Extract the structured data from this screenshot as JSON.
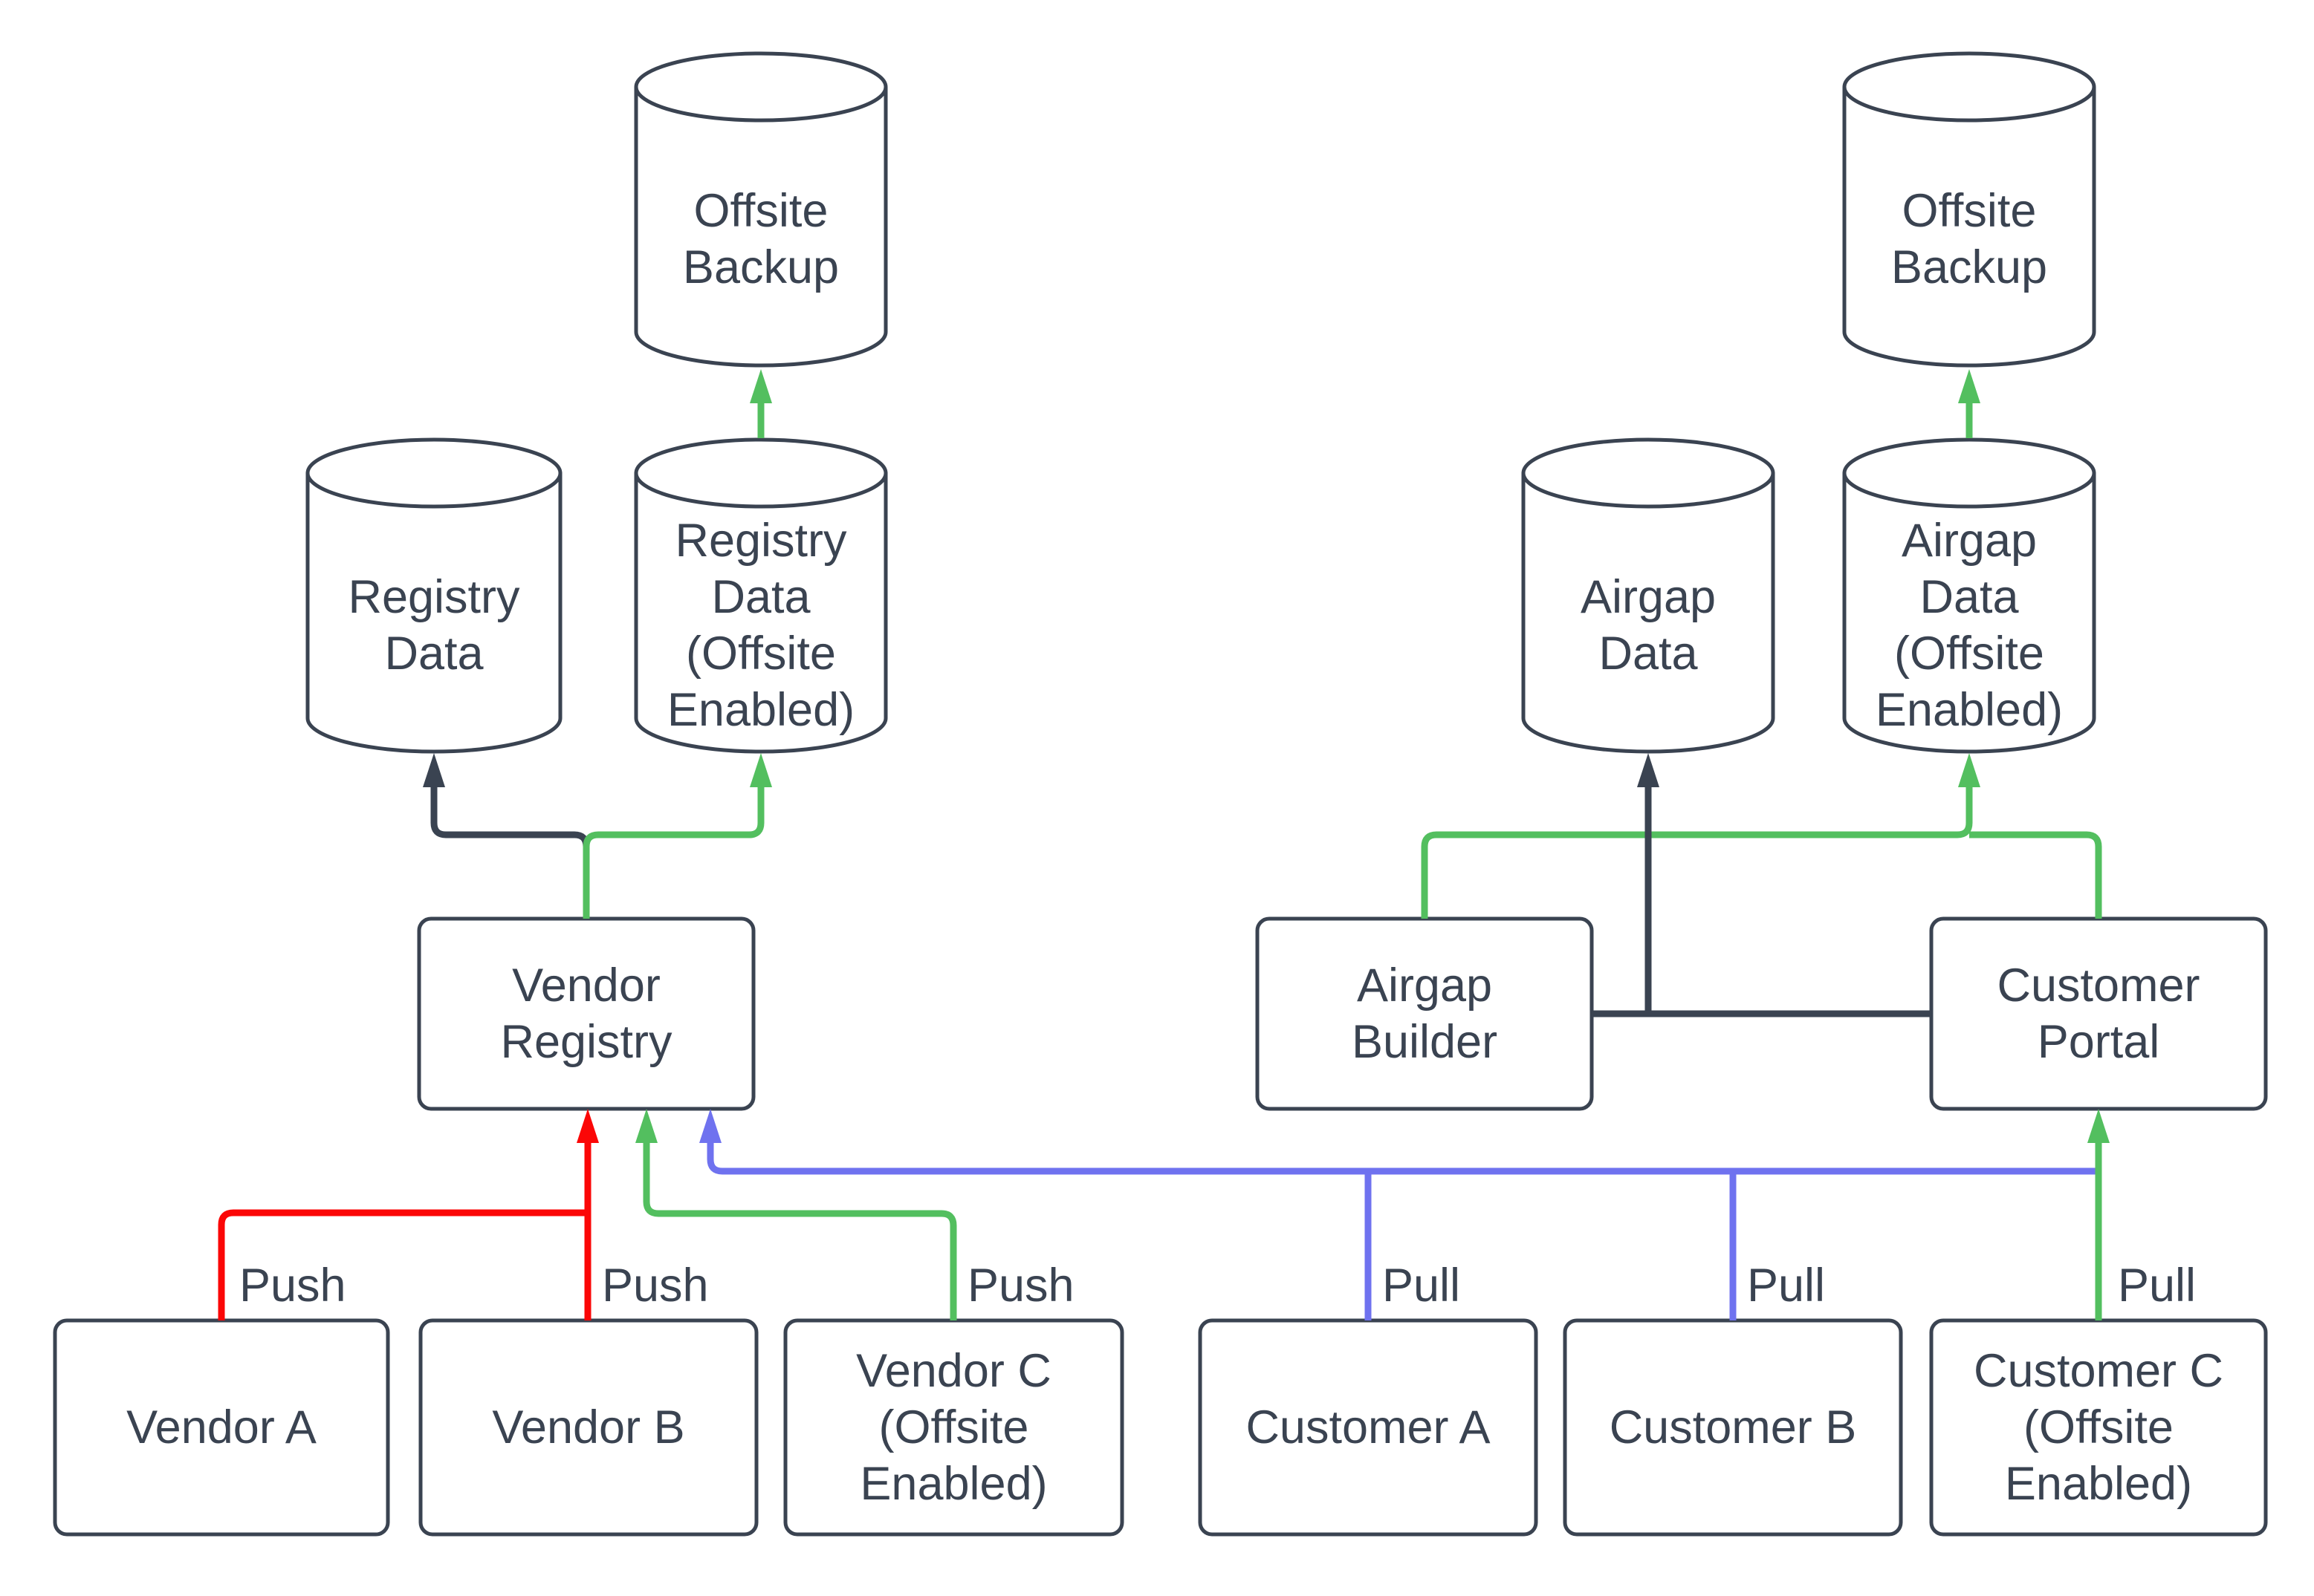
{
  "colors": {
    "stroke": "#3A4351",
    "text": "#3A4351",
    "red": "#FB0707",
    "green": "#53BF5F",
    "blue": "#6F72EF",
    "background": "#FFFFFF"
  },
  "nodes": {
    "offsite_backup_left": {
      "label": "Offsite\nBackup",
      "shape": "cylinder"
    },
    "registry_data": {
      "label": "Registry\nData",
      "shape": "cylinder"
    },
    "registry_data_offsite": {
      "label": "Registry\nData\n(Offsite\nEnabled)",
      "shape": "cylinder"
    },
    "offsite_backup_right": {
      "label": "Offsite\nBackup",
      "shape": "cylinder"
    },
    "airgap_data": {
      "label": "Airgap\nData",
      "shape": "cylinder"
    },
    "airgap_data_offsite": {
      "label": "Airgap\nData\n(Offsite\nEnabled)",
      "shape": "cylinder"
    },
    "vendor_registry": {
      "label": "Vendor\nRegistry",
      "shape": "box"
    },
    "airgap_builder": {
      "label": "Airgap\nBuilder",
      "shape": "box"
    },
    "customer_portal": {
      "label": "Customer\nPortal",
      "shape": "box"
    },
    "vendor_a": {
      "label": "Vendor A",
      "shape": "box"
    },
    "vendor_b": {
      "label": "Vendor B",
      "shape": "box"
    },
    "vendor_c": {
      "label": "Vendor C\n(Offsite\nEnabled)",
      "shape": "box"
    },
    "customer_a": {
      "label": "Customer A",
      "shape": "box"
    },
    "customer_b": {
      "label": "Customer B",
      "shape": "box"
    },
    "customer_c": {
      "label": "Customer C\n(Offsite\nEnabled)",
      "shape": "box"
    }
  },
  "edge_labels": {
    "push_a": "Push",
    "push_b": "Push",
    "push_c": "Push",
    "pull_a": "Pull",
    "pull_b": "Pull",
    "pull_c": "Pull"
  }
}
